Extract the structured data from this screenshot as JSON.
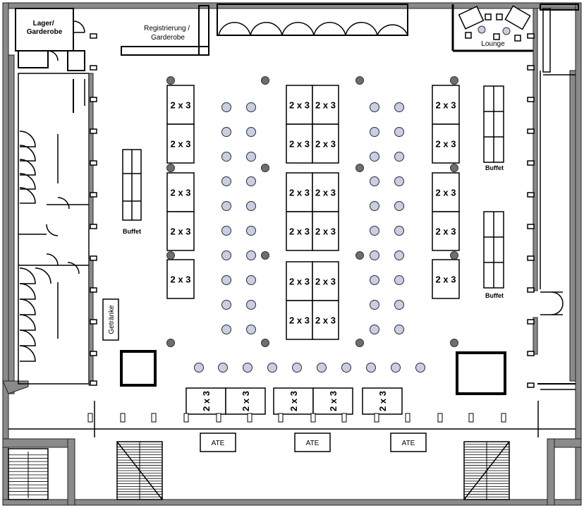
{
  "rooms": {
    "storage": "Lager/\nGarderobe",
    "registration": "Registrierung /\nGarderobe",
    "lounge": "Lounge",
    "drinks": "Getränke"
  },
  "labels": {
    "buffet": "Buffet",
    "table": "2 x 3",
    "ate": "ATE"
  },
  "colors": {
    "wall": "#8a8a8a",
    "seat": "#c9cfe0",
    "seat_stroke": "#2b2b3a",
    "pillar": "#6e6e6e",
    "line": "#000000"
  }
}
